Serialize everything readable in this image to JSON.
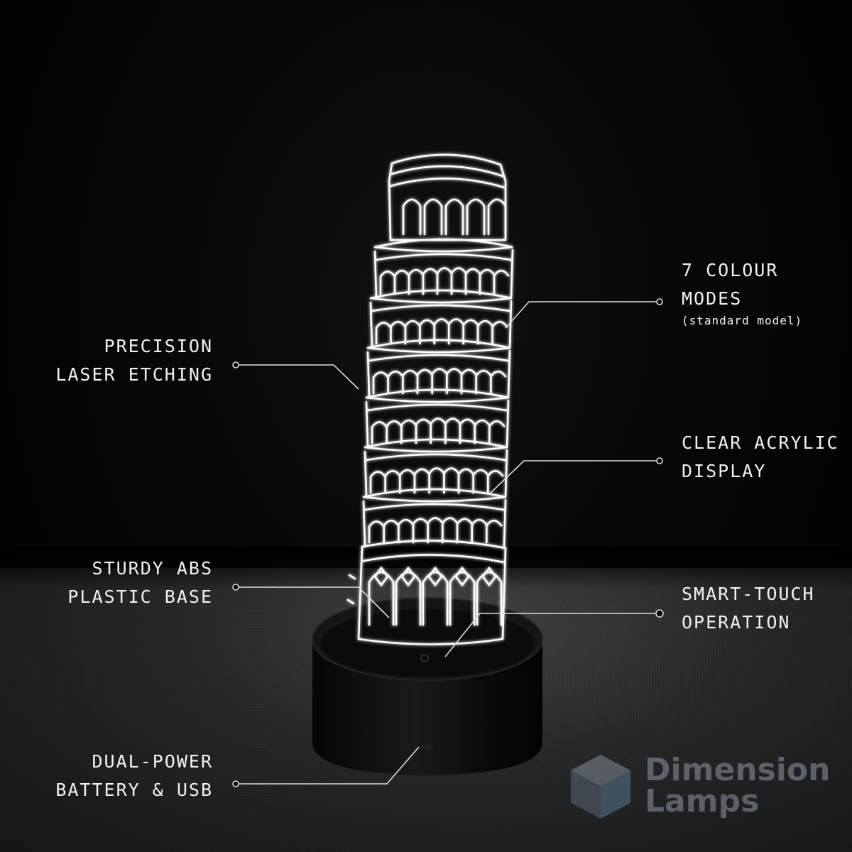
{
  "callouts": [
    {
      "id": "colour-modes",
      "line1": "7 COLOUR",
      "line2": "MODES",
      "note": "(standard model)"
    },
    {
      "id": "precision",
      "line1": "PRECISION",
      "line2": "LASER ETCHING"
    },
    {
      "id": "acrylic",
      "line1": "CLEAR ACRYLIC",
      "line2": "DISPLAY"
    },
    {
      "id": "base",
      "line1": "STURDY ABS",
      "line2": "PLASTIC BASE"
    },
    {
      "id": "touch",
      "line1": "SMART-TOUCH",
      "line2": "OPERATION"
    },
    {
      "id": "power",
      "line1": "DUAL-POWER",
      "line2": "BATTERY & USB"
    }
  ],
  "brand": {
    "line1": "Dimension",
    "line2": "Lamps"
  },
  "colors": {
    "background": "#000000",
    "text": "#f2f2f2",
    "etching": "#ffffff",
    "base": "#0d0d0d",
    "logo": "#8c96a5"
  },
  "icons": [
    "tower-of-pisa-illustration",
    "lamp-base",
    "dimension-lamps-cube-logo"
  ]
}
